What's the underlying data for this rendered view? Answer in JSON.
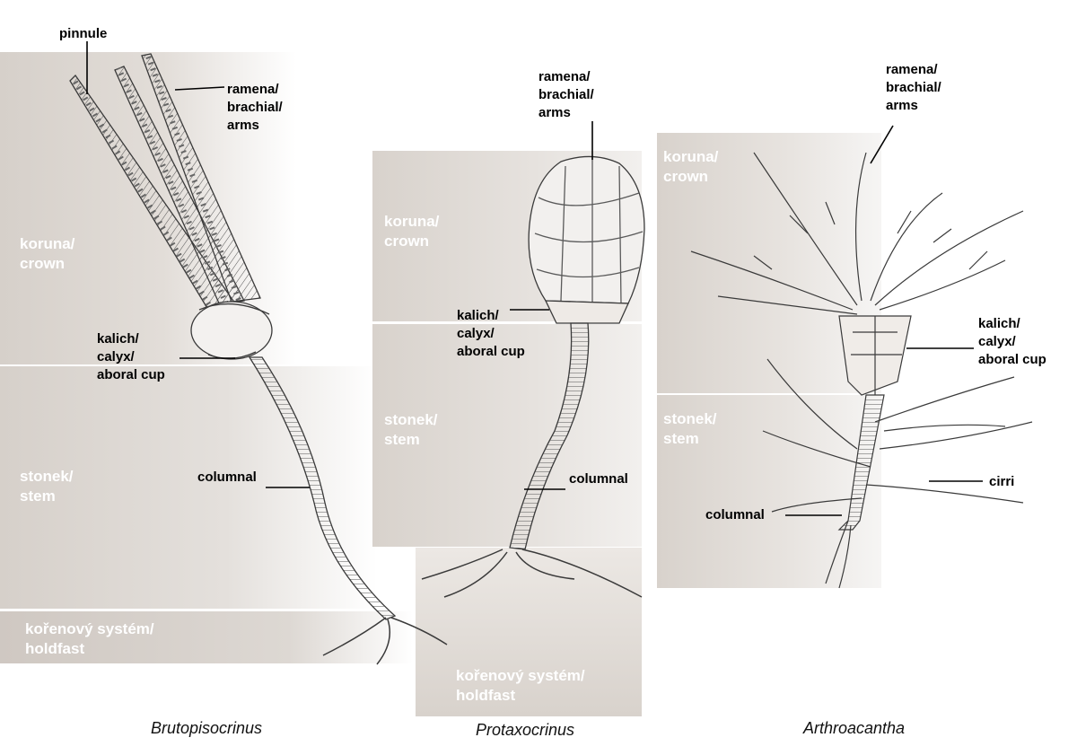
{
  "panels": [
    {
      "species": "Brutopisocrinus",
      "zones": {
        "crown": "koruna/\ncrown",
        "stem": "stonek/\nstem",
        "holdfast": "kořenový systém/\nholdfast"
      },
      "annotations": {
        "pinnule": "pinnule",
        "arms": "ramena/\nbrachial/\narms",
        "calyx": "kalich/\ncalyx/\naboral cup",
        "columnal": "columnal"
      }
    },
    {
      "species": "Protaxocrinus",
      "zones": {
        "crown": "koruna/\ncrown",
        "stem": "stonek/\nstem",
        "holdfast": "kořenový systém/\nholdfast"
      },
      "annotations": {
        "arms": "ramena/\nbrachial/\narms",
        "calyx": "kalich/\ncalyx/\naboral cup",
        "columnal": "columnal"
      }
    },
    {
      "species": "Arthroacantha",
      "zones": {
        "crown": "koruna/\ncrown",
        "stem": "stonek/\nstem"
      },
      "annotations": {
        "arms": "ramena/\nbrachial/\narms",
        "calyx": "kalich/\ncalyx/\naboral cup",
        "cirri": "cirri",
        "columnal": "columnal"
      }
    }
  ],
  "colors": {
    "zone_fill": "#d8d2cc",
    "zone_label": "#ffffff",
    "drawing_ink": "#3a3a3a"
  }
}
